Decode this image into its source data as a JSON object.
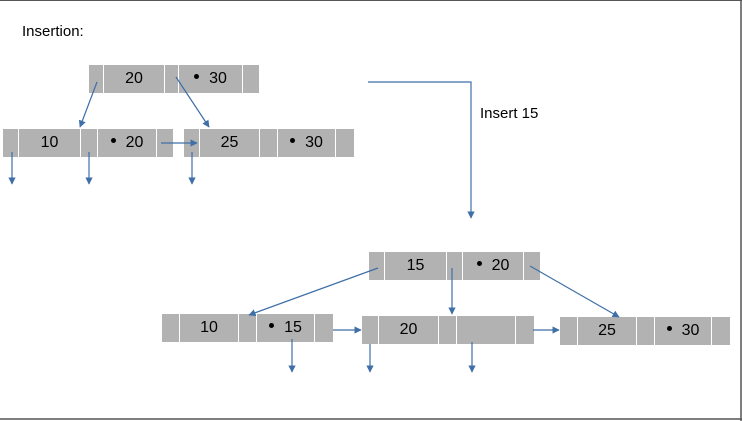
{
  "heading": "Insertion:",
  "step_label": "Insert 15",
  "colors": {
    "node_fill": "#b2b2b2",
    "arrow": "#3f6fa8"
  },
  "before": {
    "root": {
      "key1": "20",
      "key2": "30"
    },
    "left_leaf": {
      "key1": "10",
      "key2": "20"
    },
    "right_leaf": {
      "key1": "25",
      "key2": "30"
    }
  },
  "after": {
    "root": {
      "key1": "15",
      "key2": "20"
    },
    "leaf1": {
      "key1": "10",
      "key2": "15"
    },
    "leaf2": {
      "key1": "20",
      "key2": ""
    },
    "leaf3": {
      "key1": "25",
      "key2": "30"
    }
  }
}
